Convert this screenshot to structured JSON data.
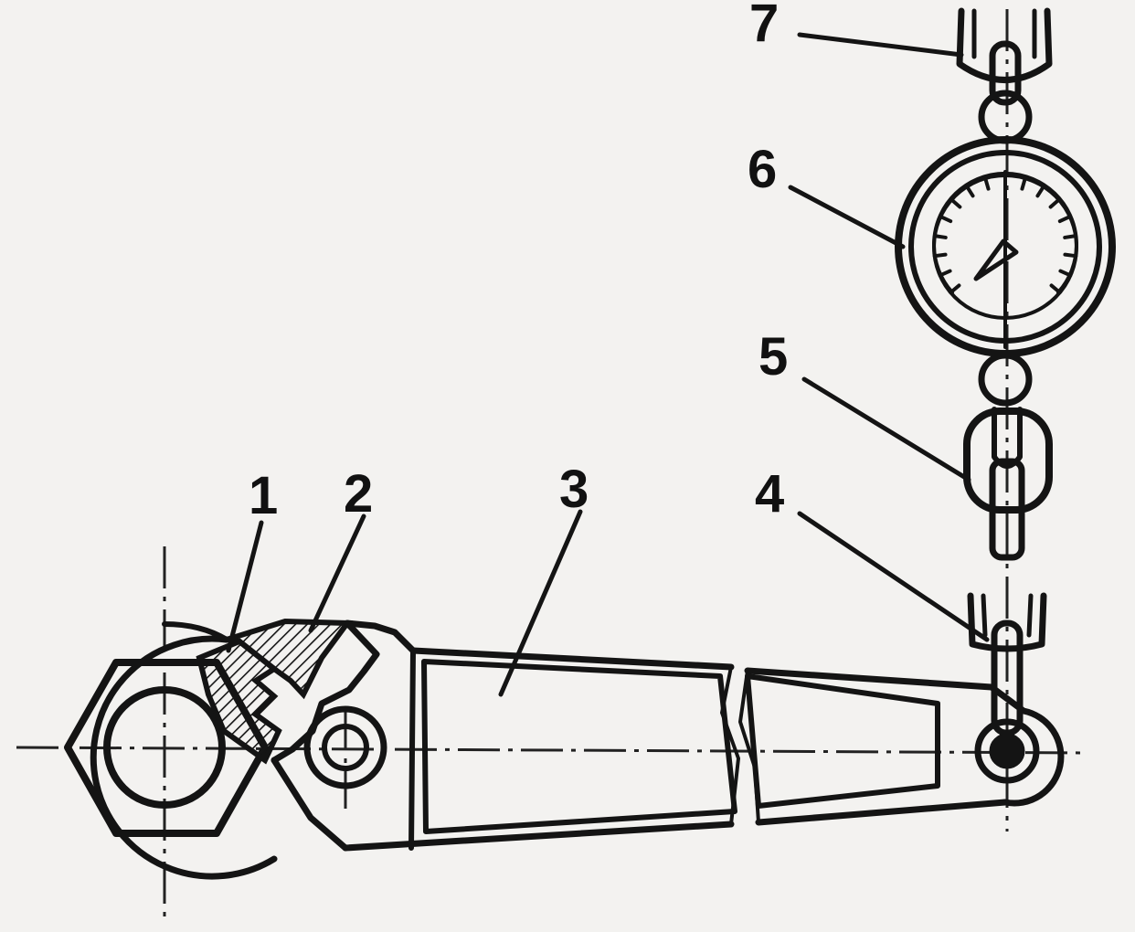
{
  "callouts": [
    {
      "id": "1",
      "text": "1"
    },
    {
      "id": "2",
      "text": "2"
    },
    {
      "id": "3",
      "text": "3"
    },
    {
      "id": "4",
      "text": "4"
    },
    {
      "id": "5",
      "text": "5"
    },
    {
      "id": "6",
      "text": "6"
    },
    {
      "id": "7",
      "text": "7"
    }
  ],
  "colors": {
    "background": "#f3f2f0",
    "ink": "#141414"
  }
}
